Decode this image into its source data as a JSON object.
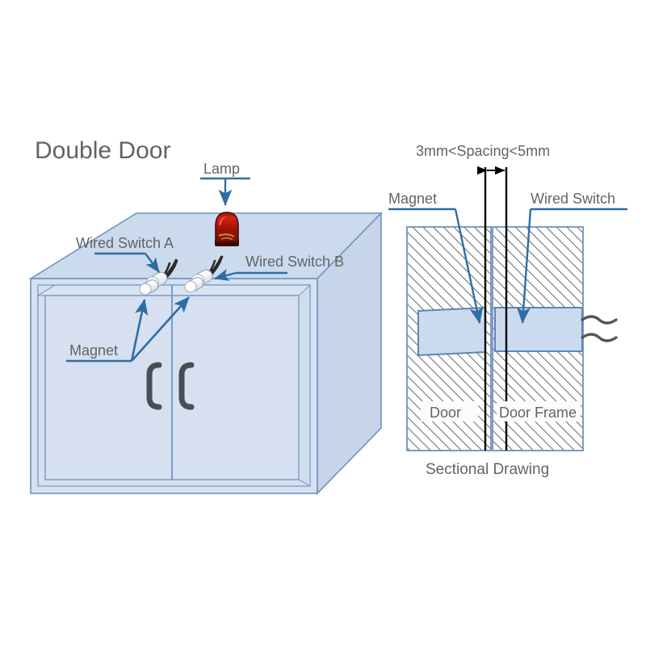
{
  "figure": {
    "title": "Double Door",
    "caption": "Sectional Drawing"
  },
  "left_view": {
    "title": "Double Door",
    "labels": {
      "lamp": "Lamp",
      "wired_switch_a": "Wired Switch A",
      "wired_switch_b": "Wired Switch B",
      "magnet": "Magnet"
    },
    "icons": {
      "lamp": "red-beacon-lamp-icon",
      "switch": "cylindrical-reed-switch-icon",
      "magnet": "cylindrical-magnet-icon",
      "handle": "door-handle-icon"
    },
    "counts": {
      "doors": 2,
      "switches": 2,
      "magnets": 2,
      "handles": 2
    }
  },
  "section_view": {
    "caption": "Sectional Drawing",
    "labels": {
      "spacing": "3mm<Spacing<5mm",
      "magnet": "Magnet",
      "wired_switch": "Wired Switch",
      "door": "Door",
      "door_frame": "Door Frame"
    },
    "spacing": {
      "min": "3mm",
      "max": "5mm",
      "expression": "3mm<Spacing<5mm"
    }
  },
  "colors": {
    "text": "#636363",
    "leader_line": "#2e6da4",
    "arrow": "#2e6da4",
    "panel_fill": "#d6e0f0",
    "panel_stroke": "#6f92bf",
    "top_face_fill": "#ccdaee",
    "side_face_fill": "#c6d5ea",
    "block_fill": "#cbdbef",
    "block_stroke": "#5d85b5",
    "hatch_stroke": "#6e6e6e",
    "lamp_body": "#c01a0f",
    "lamp_dark": "#5c0d08",
    "handle": "#484f54",
    "wire": "#3a3a3a",
    "section_line": "#000000"
  }
}
